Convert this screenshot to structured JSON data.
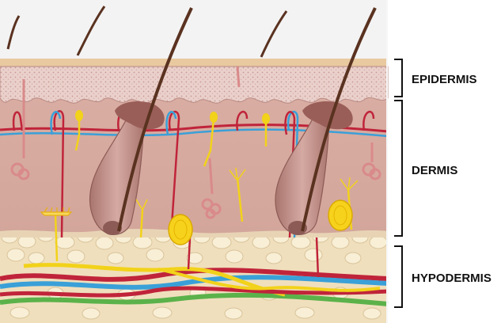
{
  "labels": {
    "epidermis": "EPIDERMIS",
    "dermis": "DERMIS",
    "hypodermis": "HYPODERMIS"
  },
  "colors": {
    "sky": "#f3f3f3",
    "epidermis_top": "#e9c9a0",
    "epidermis": "#e8c9c4",
    "dermis": "#d9aea3",
    "hypodermis": "#f0dfbd",
    "fat_cell": "#f8efd6",
    "artery": "#c0243a",
    "vein": "#3aa0d8",
    "nerve": "#f2d21a",
    "lymph": "#5bb24a",
    "hair": "#5a3220",
    "follicle": "#b98a84",
    "bracket": "#111111"
  },
  "icons": [
    "hair-icon",
    "hair-follicle-icon",
    "sweat-gland-icon",
    "pacinian-corpuscle-icon",
    "blood-vessel-icon",
    "nerve-icon"
  ]
}
